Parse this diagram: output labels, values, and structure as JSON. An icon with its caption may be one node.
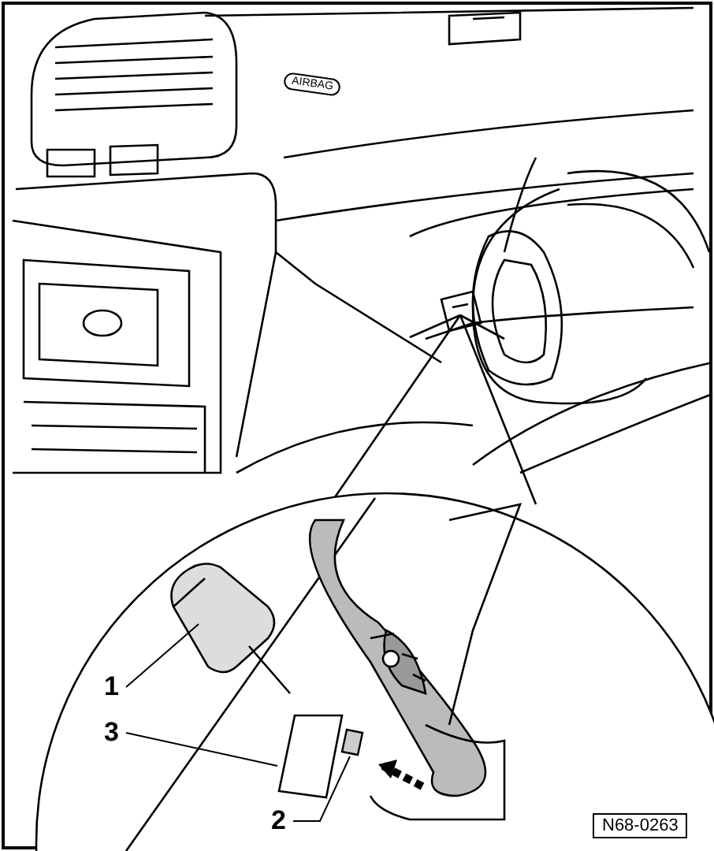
{
  "diagram": {
    "nodes": [
      {
        "text": [
          "1"
        ]
      },
      {
        "text": [],
        "shape": "picture"
      },
      {
        "text": [
          "3"
        ]
      },
      {
        "text": [],
        "shape": "picture"
      },
      {
        "text": [
          "2"
        ]
      },
      {
        "text": [],
        "shape": "picture"
      }
    ],
    "edges": [
      {
        "from": 0,
        "to": 1,
        "arrow": "none"
      },
      {
        "from": 2,
        "to": 3,
        "arrow": "none"
      },
      {
        "from": 4,
        "to": 5,
        "arrow": "none"
      }
    ],
    "labels": [
      "AIRBAG",
      "N68-0263"
    ]
  }
}
